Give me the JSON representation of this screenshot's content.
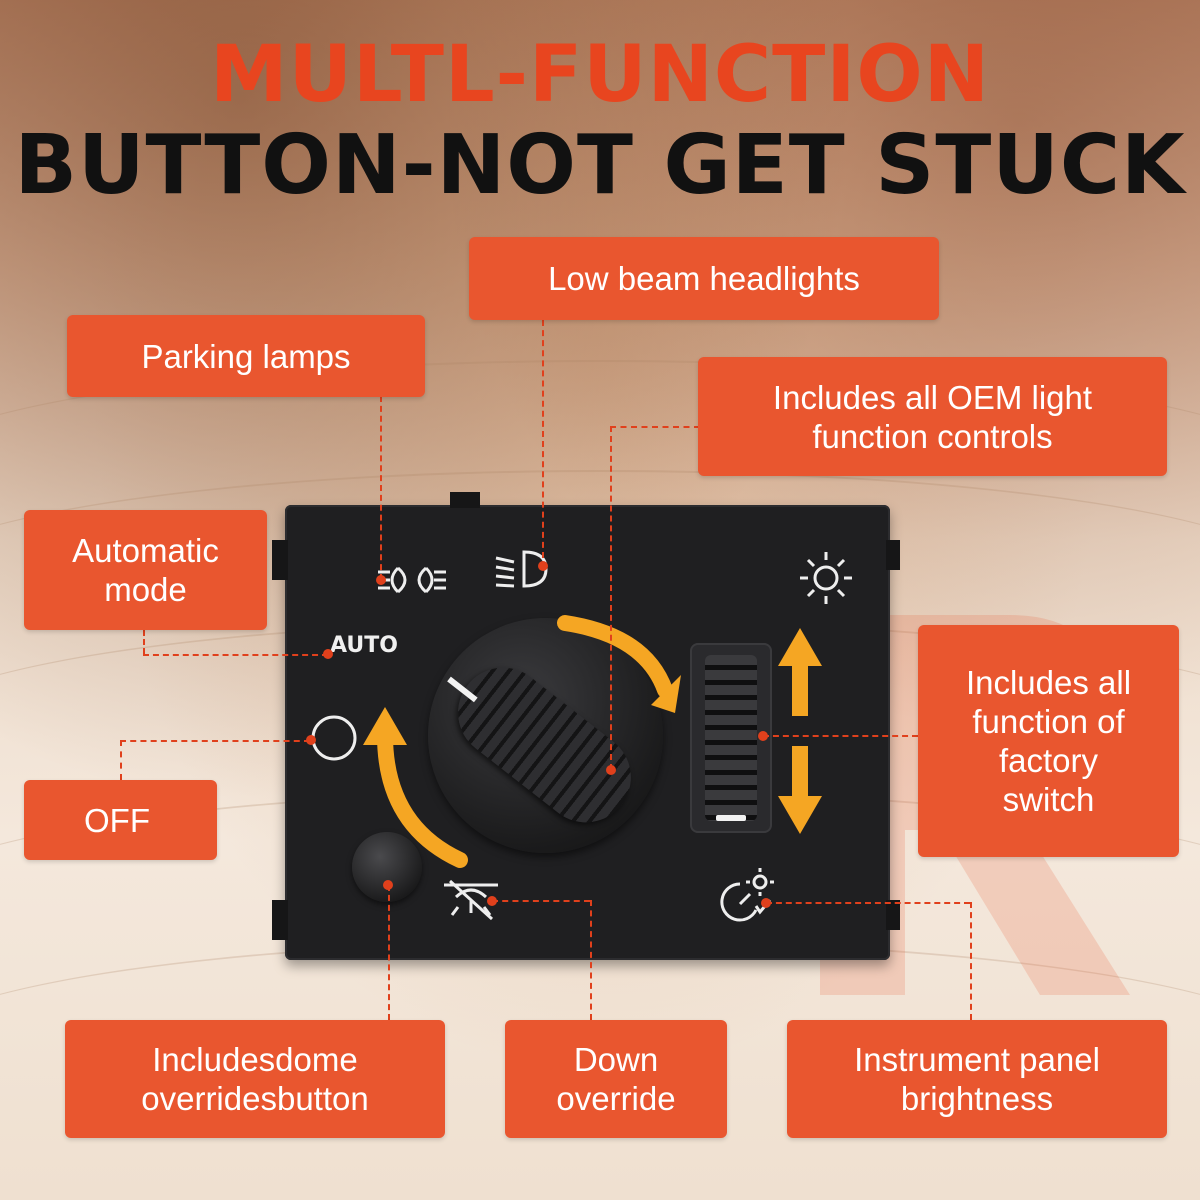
{
  "title": {
    "line1": "MULTL-FUNCTION",
    "line2": "BUTTON-NOT GET STUCK"
  },
  "colors": {
    "accent": "#e9562f",
    "title_orange": "#e8451f",
    "dark": "#1f1f21",
    "arrow": "#f5a623"
  },
  "panel": {
    "auto_text": "AUTO"
  },
  "labels": {
    "low_beam": "Low beam headlights",
    "parking": "Parking lamps",
    "oem": [
      "Includes all OEM light",
      "function controls"
    ],
    "auto_mode": [
      "Automatic",
      "mode"
    ],
    "factory": [
      "Includes all",
      "function of",
      "factory",
      "switch"
    ],
    "off": "OFF",
    "dome": [
      "Includesdome",
      "overridesbutton"
    ],
    "down": [
      "Down",
      "override"
    ],
    "brightness": [
      "Instrument panel",
      "brightness"
    ]
  },
  "icons": [
    "parking-lamp-icon",
    "low-beam-icon",
    "headlight-sun-icon",
    "off-circle-icon",
    "dome-override-icon",
    "dimmer-icon",
    "rotate-arrow-icon",
    "updown-arrow-icon"
  ]
}
